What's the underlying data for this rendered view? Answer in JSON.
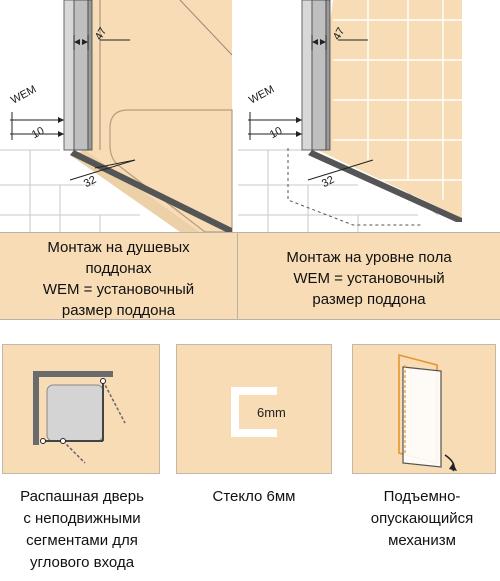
{
  "top_left": {
    "dim_wem": "WEM",
    "dim_10": "10",
    "dim_47": "47",
    "dim_32": "32",
    "caption_lines": [
      "Монтаж на душевых",
      "поддонах",
      "WEM = установочный",
      "размер поддона"
    ]
  },
  "top_right": {
    "dim_wem": "WEM",
    "dim_10": "10",
    "dim_47": "47",
    "dim_32": "32",
    "caption_lines": [
      "Монтаж на уровне пола",
      "WEM = установочный",
      "размер поддона"
    ]
  },
  "features": [
    {
      "icon_text": "",
      "label_lines": [
        "Распашная дверь",
        "с неподвижными",
        "сегментами для",
        "углового входа"
      ]
    },
    {
      "icon_text": "6mm",
      "label_lines": [
        "Стекло 6мм"
      ]
    },
    {
      "icon_text": "",
      "label_lines": [
        "Подъемно-",
        "опускающийся",
        "механизм"
      ]
    }
  ],
  "colors": {
    "tile_bg": "#f7dcb6",
    "accent_orange": "#e8952e",
    "line_gray": "#8a8a8a"
  }
}
